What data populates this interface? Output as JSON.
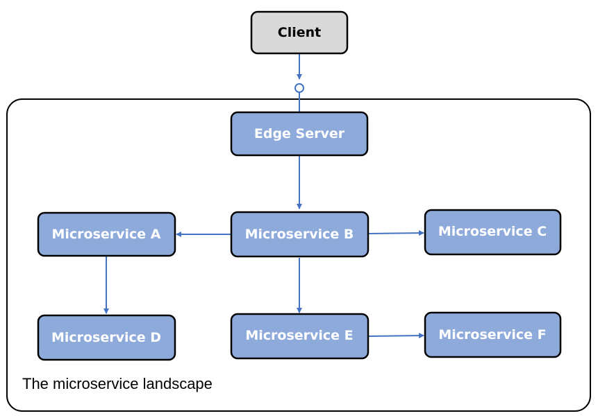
{
  "diagram": {
    "landscape_label": "The microservice landscape",
    "nodes": {
      "client": "Client",
      "edge_server": "Edge Server",
      "ms_a": "Microservice A",
      "ms_b": "Microservice B",
      "ms_c": "Microservice C",
      "ms_d": "Microservice D",
      "ms_e": "Microservice E",
      "ms_f": "Microservice F"
    },
    "edges": [
      {
        "from": "client",
        "to": "edge_server"
      },
      {
        "from": "edge_server",
        "to": "ms_b"
      },
      {
        "from": "ms_b",
        "to": "ms_a"
      },
      {
        "from": "ms_b",
        "to": "ms_c"
      },
      {
        "from": "ms_b",
        "to": "ms_e"
      },
      {
        "from": "ms_a",
        "to": "ms_d"
      },
      {
        "from": "ms_e",
        "to": "ms_f"
      }
    ],
    "colors": {
      "node_fill": "#8eaadb",
      "client_fill": "#d9d9d9",
      "edge_color": "#4472c4",
      "border": "#000000"
    }
  }
}
